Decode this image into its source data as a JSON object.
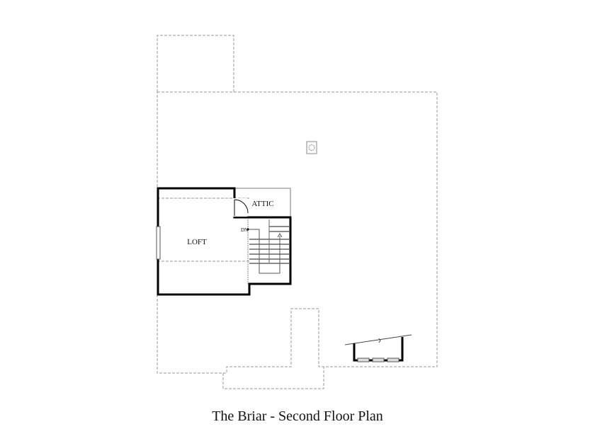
{
  "title": "The Briar - Second Floor Plan",
  "rooms": {
    "loft": "LOFT",
    "attic": "ATTIC"
  },
  "stair_label": "DN"
}
